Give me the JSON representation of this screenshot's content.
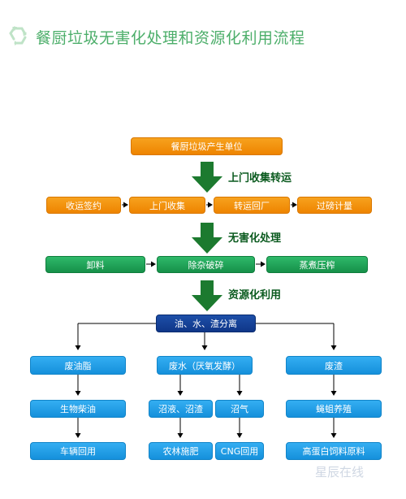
{
  "title": "餐厨垃圾无害化处理和资源化利用流程",
  "source": "餐厨垃圾产生单位",
  "stage1": {
    "label": "上门收集转运",
    "steps": [
      "收运签约",
      "上门收集",
      "转运回厂",
      "过磅计量"
    ]
  },
  "stage2": {
    "label": "无害化处理",
    "steps": [
      "卸料",
      "除杂破碎",
      "蒸煮压榨"
    ]
  },
  "stage3": {
    "label": "资源化利用",
    "separation": "油、水、渣分离",
    "branches": [
      {
        "name": "废油脂",
        "steps": [
          "生物柴油",
          "车辆回用"
        ]
      },
      {
        "name": "废水（厌氧发酵）",
        "left": [
          "沼液、沼渣",
          "农林施肥"
        ],
        "right": [
          "沼气",
          "CNG回用"
        ]
      },
      {
        "name": "废渣",
        "steps": [
          "蝇蛆养殖",
          "高蛋白饲料原料"
        ]
      }
    ]
  },
  "watermark": "星辰在线",
  "colors": {
    "orange": "#f39200",
    "green": "#1aa053",
    "navy": "#143f97",
    "blue": "#1f9be3",
    "title": "#4cae6a"
  }
}
